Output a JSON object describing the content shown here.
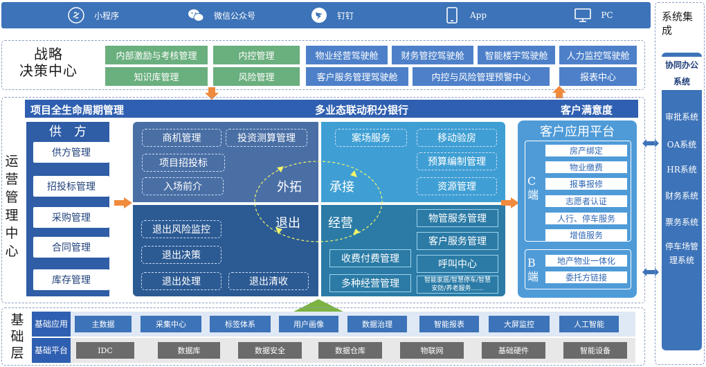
{
  "channels": [
    {
      "label": "小程序",
      "icon": "link-icon"
    },
    {
      "label": "微信公众号",
      "icon": "wechat-icon"
    },
    {
      "label": "钉钉",
      "icon": "dingtalk-icon"
    },
    {
      "label": "App",
      "icon": "tablet-icon"
    },
    {
      "label": "PC",
      "icon": "monitor-icon"
    }
  ],
  "strategy": {
    "title_line1": "战略",
    "title_line2": "决策中心",
    "green": [
      "内部激励与考核管理",
      "内控管理",
      "知识库管理",
      "风险管理"
    ],
    "blue": [
      "物业经营驾驶舱",
      "财务管控驾驶舱",
      "智能楼宇驾驶舱",
      "人力监控驾驶舱",
      "客户服务管理驾驶舱",
      "内控与风险管理预警中心",
      "报表中心"
    ]
  },
  "ops": {
    "title": "运营管理中心",
    "bar": [
      "项目全生命周期管理",
      "多业态联动积分银行",
      "客户满意度"
    ],
    "supply": {
      "title": "供　方",
      "items": [
        "供方管理",
        "招投标管理",
        "采购管理",
        "合同管理",
        "库存管理"
      ]
    },
    "expand": {
      "label": "外拓",
      "items": [
        "商机管理",
        "投资测算管理",
        "项目招投标",
        "入场前介"
      ]
    },
    "undertake": {
      "label": "承接",
      "items": [
        "案场服务",
        "移动验房",
        "预算编制管理",
        "资源管理"
      ]
    },
    "exit": {
      "label": "退出",
      "items": [
        "退出风险监控",
        "退出决策",
        "退出处理",
        "退出清收"
      ]
    },
    "operate": {
      "label": "经营",
      "items": [
        "物管服务管理",
        "客户服务管理",
        "收费付费管理",
        "呼叫中心",
        "多种经营管理"
      ],
      "smart_line1": "智能家居/智慧停车/智慧",
      "smart_line2": "安防/养老服务……"
    },
    "client": {
      "title": "客户应用平台",
      "c_label": "C端",
      "c_items": [
        "房产绑定",
        "物业缴费",
        "报事报修",
        "志愿者认证",
        "人行、停车服务",
        "增值服务"
      ],
      "b_label": "B端",
      "b_items": [
        "地产物业一体化",
        "委托方链接"
      ]
    }
  },
  "integration": {
    "title": "系统集成",
    "subtitle": "协同办公系统",
    "items": [
      "审批系统",
      "OA系统",
      "HR系统",
      "财务系统",
      "票务系统",
      "停车场管理系统"
    ]
  },
  "base": {
    "title": "基础层",
    "app_label": "基础应用",
    "app_items": [
      "主数据",
      "采集中心",
      "标签体系",
      "用户画像",
      "数据治理",
      "智能报表",
      "大屏监控",
      "人工智能"
    ],
    "platform_label": "基础平台",
    "platform_items": [
      "IDC",
      "数据库",
      "数据安全",
      "数据仓库",
      "物联网",
      "基础硬件",
      "智能设备"
    ]
  }
}
